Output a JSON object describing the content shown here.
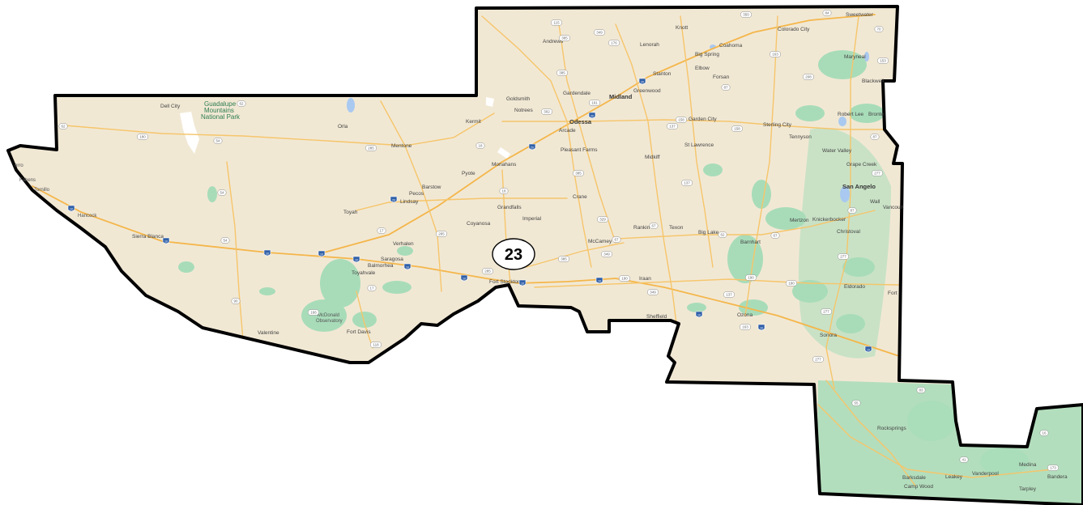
{
  "district": {
    "number": "23",
    "colors": {
      "land": "#f1e8d4",
      "border": "#000000",
      "road": "#f6c56a",
      "interstate": "#f4b64a",
      "forest": "#9fd7b2",
      "water": "#a9c9f0"
    }
  },
  "places": {
    "dell_city": "Dell City",
    "park_1": "Guadalupe",
    "park_2": "Mountains",
    "park_3": "National Park",
    "orla": "Orla",
    "mentone": "Mentone",
    "kermit": "Kermit",
    "goldsmith": "Goldsmith",
    "notrees": "Notrees",
    "andrews": "Andrews",
    "gardendale": "Gardendale",
    "odessa": "Odessa",
    "midland": "Midland",
    "greenwood": "Greenwood",
    "stanton": "Stanton",
    "lenorah": "Lenorah",
    "knott": "Knott",
    "big_spring": "Big Spring",
    "coahoma": "Coahoma",
    "elbow": "Elbow",
    "forsan": "Forsan",
    "colorado_city": "Colorado City",
    "sweetwater": "Sweetwater",
    "maryneal": "Maryneal",
    "blackwell": "Blackwell",
    "robert_lee": "Robert Lee",
    "bronte": "Bronte",
    "sterling_city": "Sterling City",
    "garden_city": "Garden City",
    "st_lawrence": "St Lawrence",
    "arcade": "Arcade",
    "pleasant_farms": "Pleasant Farms",
    "midkiff": "Midkiff",
    "monahans": "Monahans",
    "pyote": "Pyote",
    "barstow": "Barstow",
    "pecos": "Pecos",
    "lindsay": "Lindsay",
    "toyah": "Toyah",
    "grandfalls": "Grandfalls",
    "imperial": "Imperial",
    "crane": "Crane",
    "coyanosa": "Coyanosa",
    "verhalen": "Verhalen",
    "saragosa": "Saragosa",
    "balmorhea": "Balmorhea",
    "toyahvale": "Toyahvale",
    "fort_stockton": "Fort Stockton",
    "mccamey": "McCamey",
    "rankin": "Rankin",
    "texon": "Texon",
    "big_lake": "Big Lake",
    "barnhart": "Barnhart",
    "mertzon": "Mertzon",
    "knickerbocker": "Knickerbocker",
    "christoval": "Christoval",
    "san_angelo": "San Angelo",
    "wall": "Wall",
    "vancourt": "Vancourt",
    "grape_creek": "Grape Creek",
    "water_valley": "Water Valley",
    "tennyson": "Tennyson",
    "iraan": "Iraan",
    "sheffield": "Sheffield",
    "ozona": "Ozona",
    "eldorado": "Eldorado",
    "sonora": "Sonora",
    "fort_mckavett": "Fort",
    "rocksprings": "Rocksprings",
    "barksdale": "Barksdale",
    "camp_wood": "Camp Wood",
    "leakey": "Leakey",
    "vanderpool": "Vanderpool",
    "medina": "Medina",
    "bandera": "Bandera",
    "tarpley": "Tarpley",
    "valentine": "Valentine",
    "fort_davis": "Fort Davis",
    "mcdonald_1": "McDonald",
    "mcdonald_2": "Observatory",
    "sierra_blanca": "Sierra Blanca",
    "fabens": "Fabens",
    "tornillo": "Tornillo",
    "fort_hancock": "Hancock",
    "socorro": "orro"
  },
  "shields": {
    "i10_a": "10",
    "i10_b": "10",
    "i10_c": "10",
    "i10_d": "10",
    "i10_e": "10",
    "i10_f": "10",
    "i10_g": "10",
    "i10_h": "10",
    "i10_i": "10",
    "i10_j": "10",
    "i10_k": "10",
    "i10_l": "10",
    "i20_a": "20",
    "i20_b": "20",
    "i20_c": "20",
    "i20_d": "20",
    "us62_a": "62",
    "us62_b": "62",
    "us62_c": "62",
    "us180": "180",
    "us285_a": "285",
    "us285_b": "285",
    "us285_c": "285",
    "us385_a": "385",
    "us385_b": "385",
    "us385_c": "385",
    "us67_a": "67",
    "us67_b": "67",
    "us67_c": "67",
    "us87_a": "87",
    "us87_b": "87",
    "us87_c": "87",
    "us277_a": "277",
    "us277_b": "277",
    "us277_c": "277",
    "us277_d": "277",
    "us190_a": "190",
    "us190_b": "190",
    "us190_c": "190",
    "us83": "83",
    "tx17_a": "17",
    "tx17_b": "17",
    "tx18_a": "18",
    "tx18_b": "18",
    "tx54_a": "54",
    "tx54_b": "54",
    "tx54_c": "54",
    "tx118": "118",
    "tx166": "166",
    "tx90": "90",
    "tx115": "115",
    "tx176": "176",
    "tx349_a": "349",
    "tx349_b": "349",
    "tx349_c": "349",
    "tx137_a": "137",
    "tx137_b": "137",
    "tx137_c": "137",
    "tx158_a": "158",
    "tx158_b": "158",
    "tx163_a": "163",
    "tx163_b": "163",
    "tx208": "208",
    "tx329": "329",
    "tx302": "302",
    "tx191": "191",
    "tx41": "41",
    "tx55": "55",
    "tx16": "16",
    "tx84": "84",
    "tx70": "70",
    "tx153": "153",
    "tx350": "350",
    "tx173": "173",
    "tx385_d": "385"
  }
}
